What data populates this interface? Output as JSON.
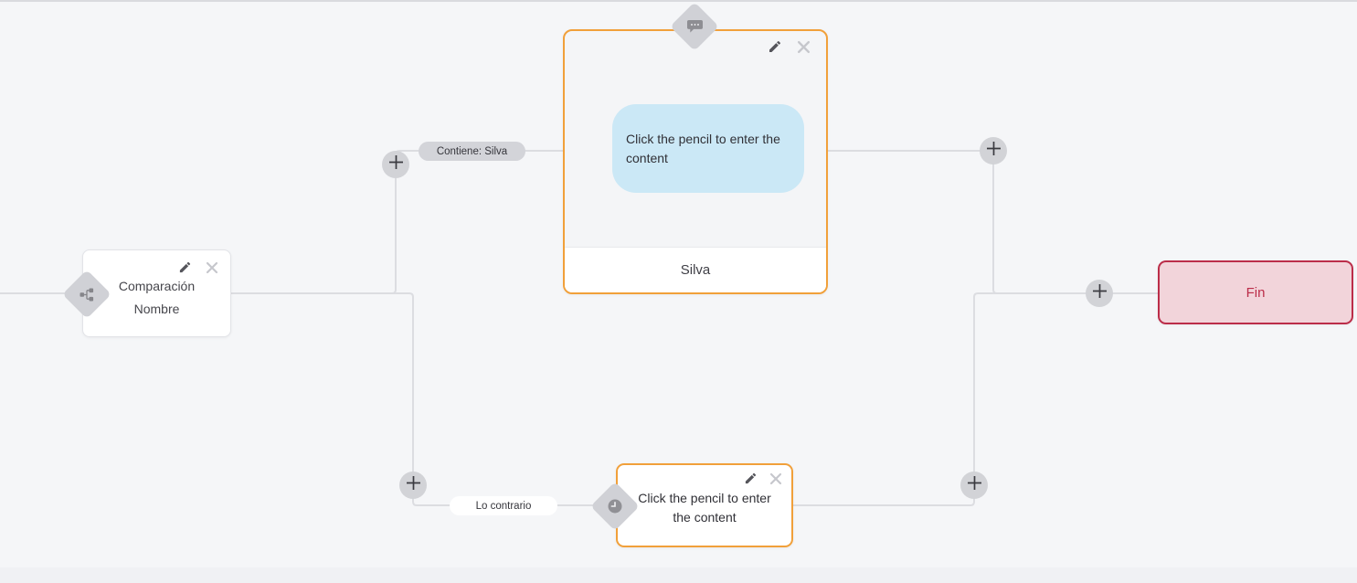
{
  "colors": {
    "canvas_bg": "#f5f6f8",
    "edge_line": "#dcdde1",
    "accent_orange": "#f1a03a",
    "bubble_blue": "#cbe8f6",
    "pill_gray": "#d3d4d9",
    "end_bg": "#f2d4da",
    "end_accent": "#bb2d49",
    "diamond_gray": "#d0d1d6"
  },
  "nodes": {
    "condition": {
      "icon": "sitemap-icon",
      "title": "Comparación",
      "subtitle": "Nombre"
    },
    "message": {
      "icon": "chat-bubble-icon",
      "bubble_text": "Click the pencil to enter the content",
      "footer_label": "Silva"
    },
    "wait": {
      "icon": "clock-icon",
      "text": "Click the pencil to enter the content"
    },
    "end": {
      "label": "Fin"
    }
  },
  "edges": {
    "labels": {
      "contains": "Contiene: Silva",
      "otherwise": "Lo contrario"
    }
  },
  "actions": {
    "edit_icon": "pencil-icon",
    "delete_icon": "close-icon",
    "add_icon": "plus-icon"
  }
}
